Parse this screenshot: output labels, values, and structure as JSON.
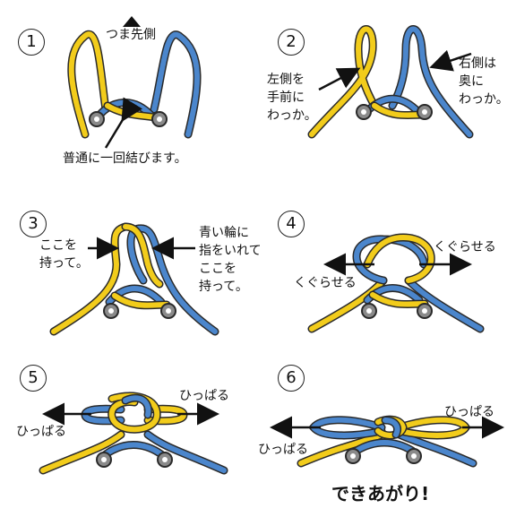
{
  "colors": {
    "yellow": "#f2cc1b",
    "blue": "#4b86cc",
    "outline": "#2a2a2a",
    "eyelet": "#8a8a8a"
  },
  "steps": [
    {
      "num": "1",
      "labels": [
        "つま先側",
        "普通に一回結びます。"
      ]
    },
    {
      "num": "2",
      "labels": [
        "左側を",
        "手前に",
        "わっか。",
        "右側は",
        "奥に",
        "わっか。"
      ]
    },
    {
      "num": "3",
      "labels": [
        "ここを",
        "持って。",
        "青い輪に",
        "指をいれて",
        "ここを",
        "持って。"
      ]
    },
    {
      "num": "4",
      "labels": [
        "くぐらせる",
        "くぐらせる"
      ]
    },
    {
      "num": "5",
      "labels": [
        "ひっぱる",
        "ひっぱる"
      ]
    },
    {
      "num": "6",
      "labels": [
        "ひっぱる",
        "ひっぱる"
      ]
    }
  ],
  "finish": "できあがり!"
}
